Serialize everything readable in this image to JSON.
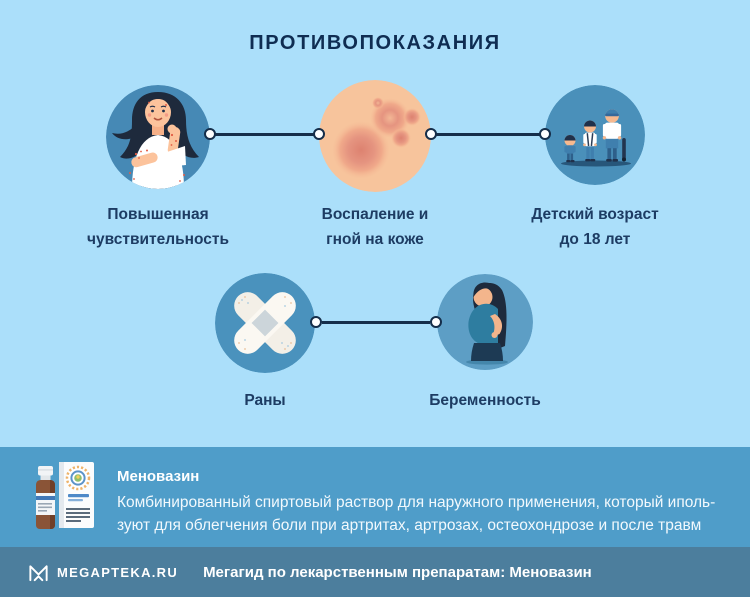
{
  "title": "ПРОТИВОПОКАЗАНИЯ",
  "contraindications": [
    {
      "label": "Повышенная\nчувствительность",
      "icon": "allergy-woman-icon"
    },
    {
      "label": "Воспаление и\nгной на коже",
      "icon": "skin-inflammation-icon"
    },
    {
      "label": "Детский возраст\nдо 18 лет",
      "icon": "children-icon"
    },
    {
      "label": "Раны",
      "icon": "crossed-bandage-icon"
    },
    {
      "label": "Беременность",
      "icon": "pregnant-woman-icon"
    }
  ],
  "product": {
    "name": "Меновазин",
    "description": "Комбинированный спиртовый раствор для наружного применения, который иполь-\nзуют для облегчения боли при артритах, артрозах, остеохондрозе и после травм"
  },
  "footer": {
    "brand": "MEGAPTEKA.RU",
    "caption": "Мегагид по лекарственным препаратам: Меновазин"
  },
  "colors": {
    "background": "#abdffa",
    "circle_blue": "#4a90ba",
    "skin_tone": "#f7c49c",
    "line_navy": "#152e4a",
    "text_navy": "#1d3c63",
    "title_navy": "#0f2d52",
    "product_band": "#4f9dc9",
    "footer_band": "#4c7e9d",
    "white": "#ffffff"
  }
}
